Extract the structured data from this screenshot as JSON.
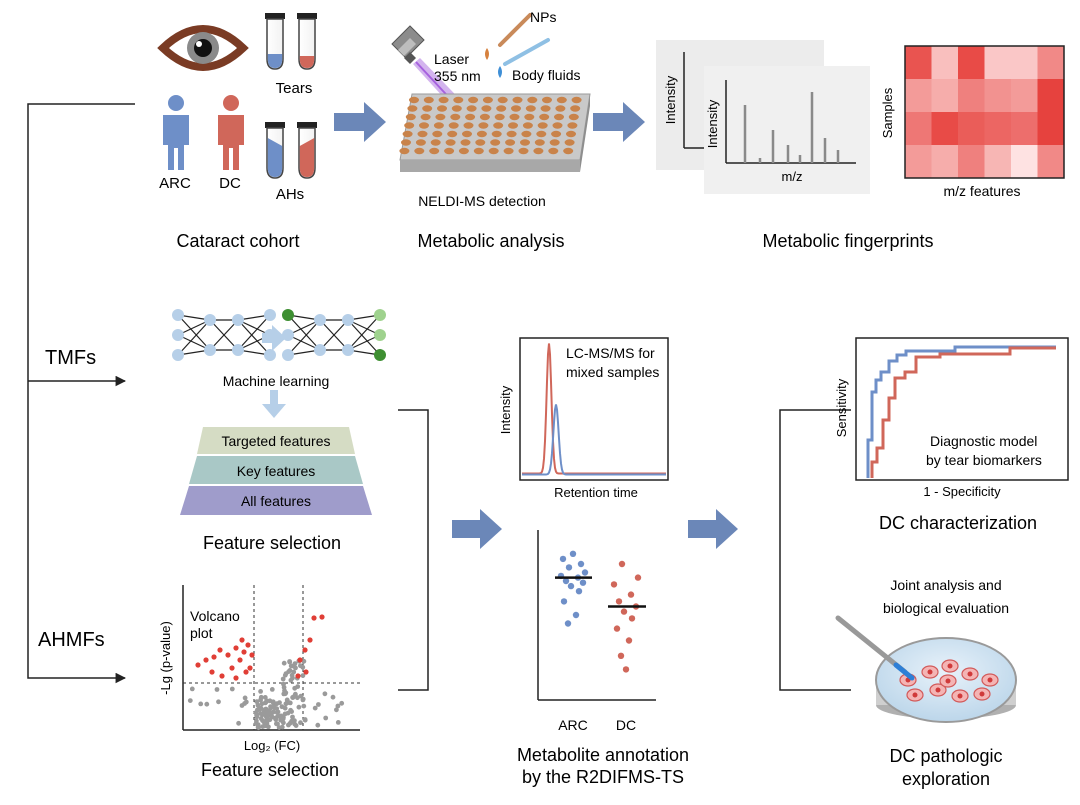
{
  "colors": {
    "arrow": "#6b87b8",
    "blue": "#6e8fc8",
    "red": "#d0675a",
    "plate_dot": "#c9834a",
    "tier_top": "#d5dcc4",
    "tier_mid": "#a9c8c6",
    "tier_bottom": "#9f9ccb",
    "volcano_red": "#e03e36",
    "heat_base": "#e53935"
  },
  "top_row": {
    "cohort_caption": "Cataract cohort",
    "arc_label": "ARC",
    "dc_label": "DC",
    "tears_label": "Tears",
    "ahs_label": "AHs",
    "analysis_caption": "Metabolic analysis",
    "laser_label_1": "Laser",
    "laser_label_2": "355 nm",
    "nps_label": "NPs",
    "body_fluids_label": "Body fluids",
    "detection_label": "NELDI-MS detection",
    "fingerprints_caption": "Metabolic fingerprints",
    "spectrum_ylabel": "Intensity",
    "spectrum_xlabel": "m/z",
    "heatmap_ylabel": "Samples",
    "heatmap_xlabel": "m/z features",
    "heatmap_values": [
      [
        0.85,
        0.25,
        0.9,
        0.2,
        0.2,
        0.55
      ],
      [
        0.45,
        0.35,
        0.6,
        0.5,
        0.45,
        0.95
      ],
      [
        0.65,
        0.9,
        0.8,
        0.75,
        0.7,
        0.95
      ],
      [
        0.45,
        0.35,
        0.6,
        0.3,
        0.05,
        0.55
      ]
    ]
  },
  "left_labels": {
    "tmfs": "TMFs",
    "ahmfs": "AHMFs"
  },
  "ml_panel": {
    "ml_label": "Machine learning",
    "tiers": [
      "Targeted features",
      "Key features",
      "All features"
    ],
    "caption": "Feature selection"
  },
  "volcano_panel": {
    "title_line1": "Volcano",
    "title_line2": "plot",
    "ylabel": "-Lg (p-value)",
    "xlabel": "Log₂ (FC)",
    "caption": "Feature selection"
  },
  "lcms_panel": {
    "label_line1": "LC-MS/MS for",
    "label_line2": "mixed samples",
    "ylabel": "Intensity",
    "xlabel": "Retention time"
  },
  "dot_panel": {
    "categories": [
      "ARC",
      "DC"
    ],
    "arc_values": [
      0.86,
      0.83,
      0.8,
      0.78,
      0.75,
      0.73,
      0.72,
      0.7,
      0.69,
      0.67,
      0.64,
      0.58,
      0.5,
      0.45
    ],
    "dc_values": [
      0.8,
      0.72,
      0.68,
      0.62,
      0.58,
      0.55,
      0.52,
      0.48,
      0.42,
      0.35,
      0.26,
      0.18
    ],
    "caption_line1": "Metabolite annotation",
    "caption_line2": "by the R2DIFMS-TS"
  },
  "roc_panel": {
    "ylabel": "Sensitivity",
    "xlabel": "1 - Specificity",
    "label_line1": "Diagnostic model",
    "label_line2": "by tear biomarkers",
    "caption": "DC characterization"
  },
  "dish_panel": {
    "label_line1": "Joint analysis and",
    "label_line2": "biological evaluation",
    "caption_line1": "DC pathologic",
    "caption_line2": "exploration"
  }
}
